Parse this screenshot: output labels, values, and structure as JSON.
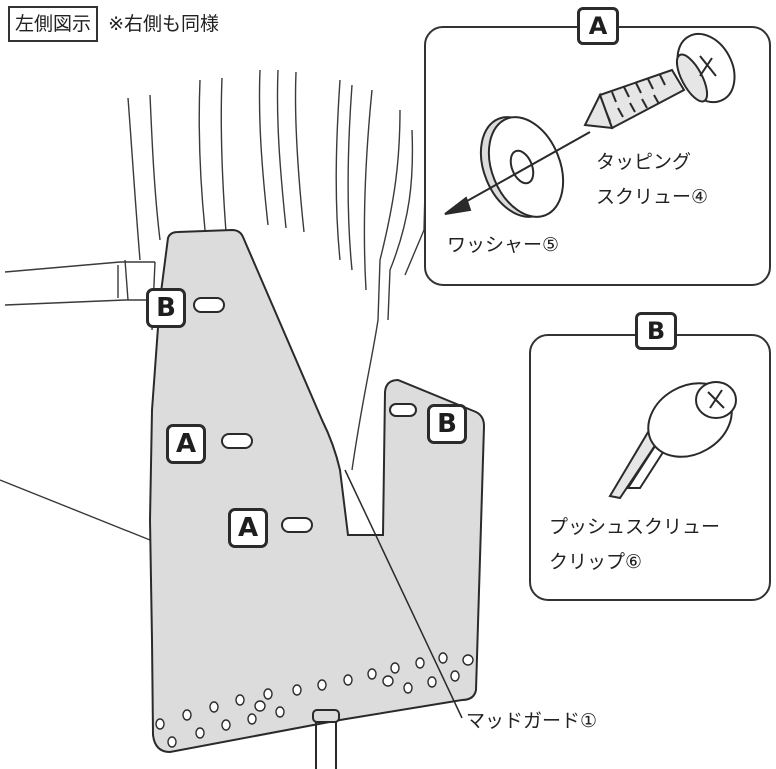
{
  "header": {
    "side_label": "左側図示",
    "note": "※右側も同様"
  },
  "panel_a": {
    "badge": "A",
    "screw_label_line1": "タッピング",
    "screw_label_line2": "スクリュー④",
    "washer_label": "ワッシャー⑤"
  },
  "panel_b": {
    "badge": "B",
    "clip_label_line1": "プッシュスクリュー",
    "clip_label_line2": "クリップ⑥"
  },
  "mudguard": {
    "label": "マッドガード①",
    "callouts": [
      "B",
      "A",
      "A",
      "B"
    ]
  },
  "colors": {
    "guard_fill": "#dcdcdc",
    "stroke": "#2a2a2a",
    "panel_border": "#333333"
  }
}
